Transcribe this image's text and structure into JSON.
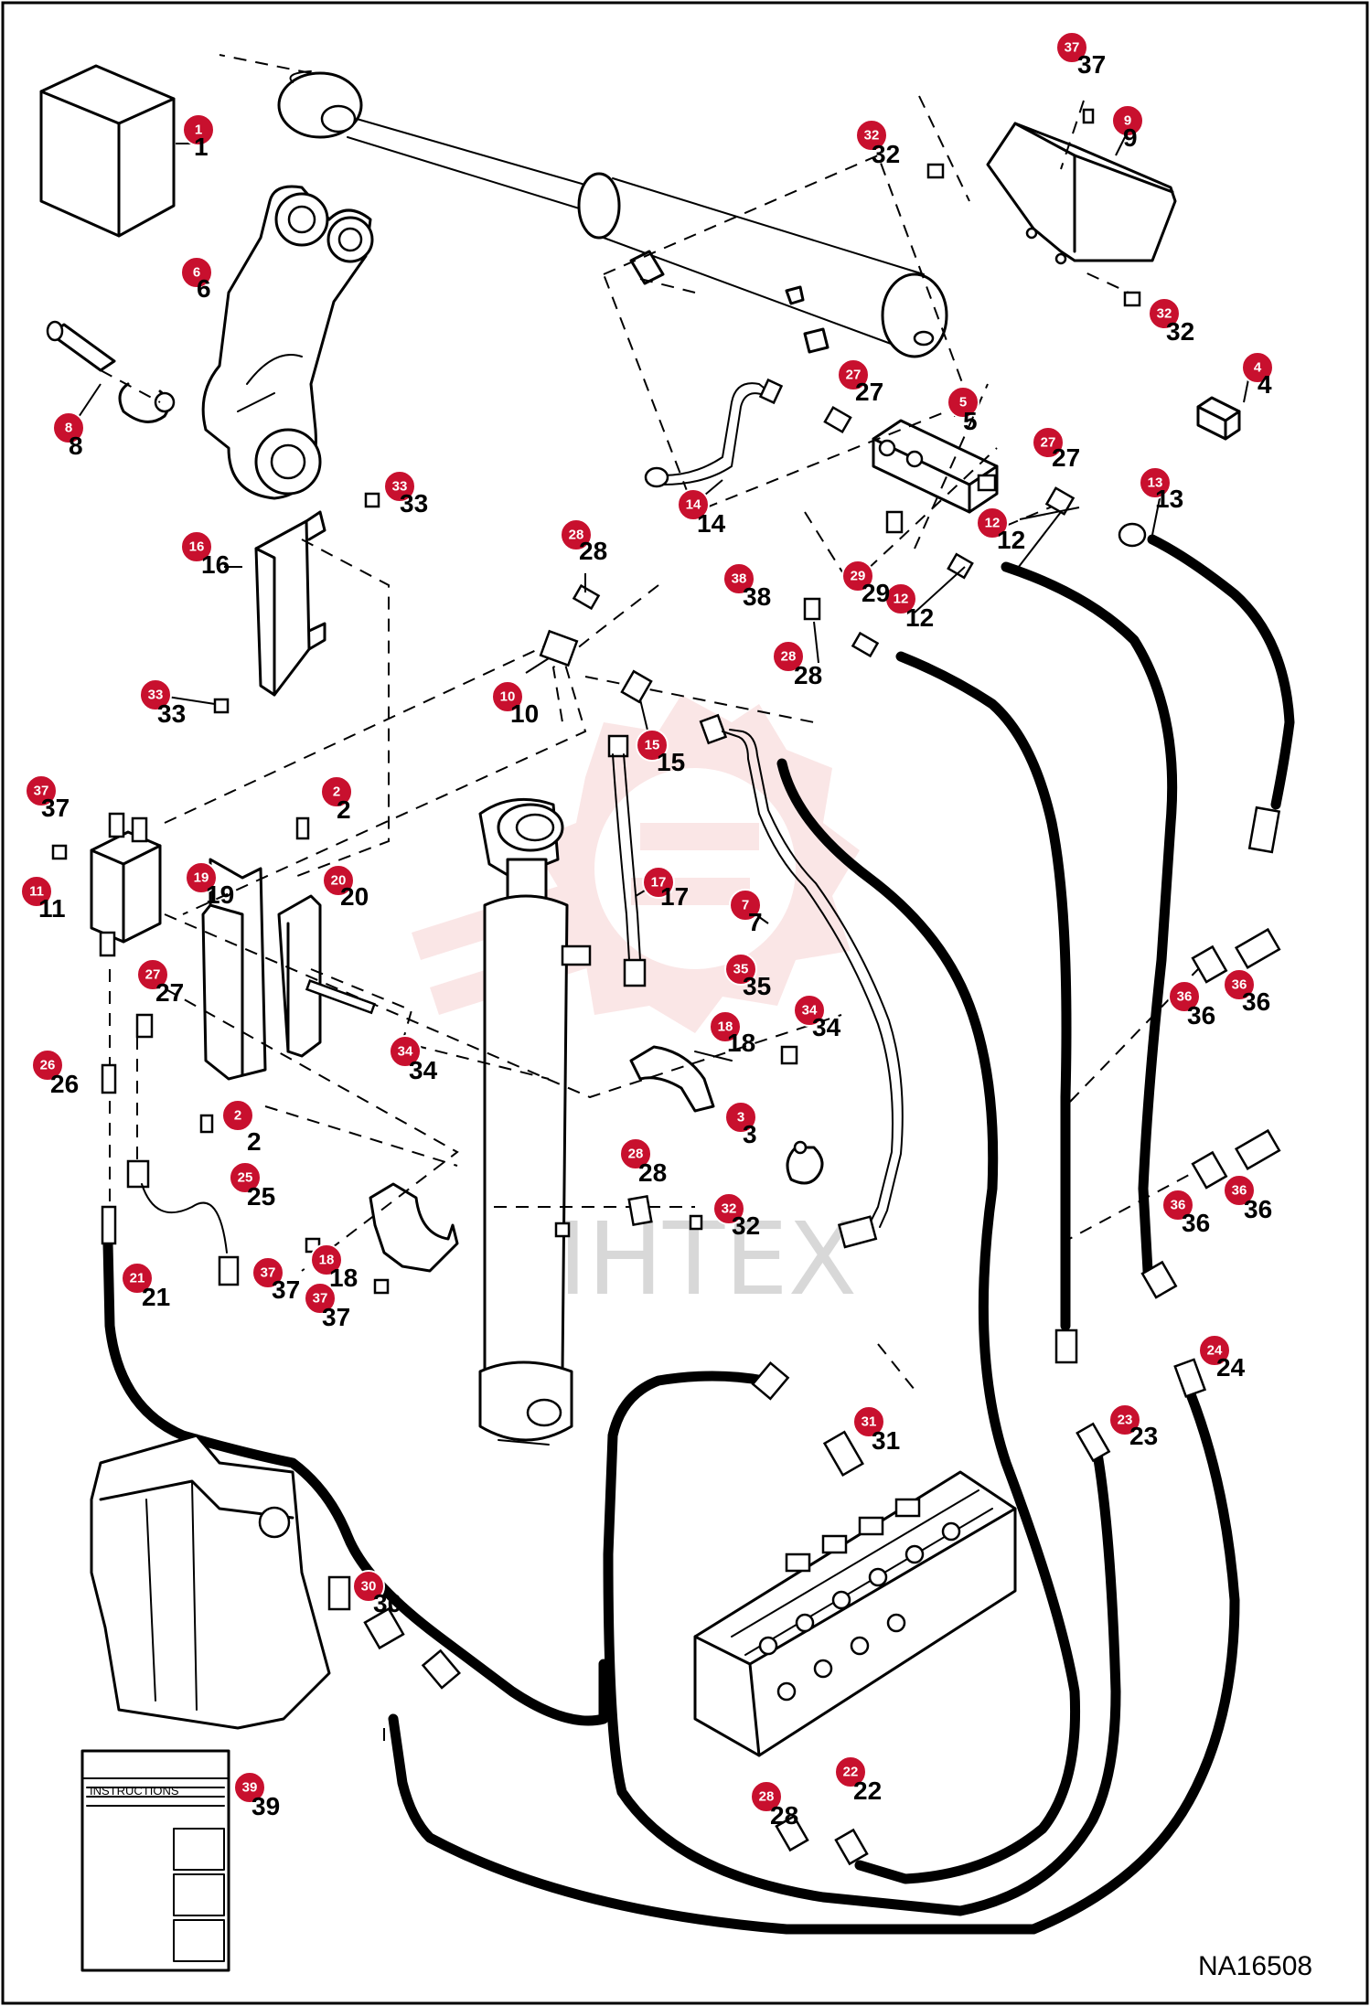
{
  "diagram": {
    "reference": "NA16508",
    "watermark": "ИНТЕХ",
    "instructions_label": "INSTRUCTIONS",
    "colors": {
      "callout": "#c8102e",
      "watermark": "#f2b8b8",
      "frame": "#000000"
    }
  },
  "callouts": [
    {
      "n": "1"
    },
    {
      "n": "2"
    },
    {
      "n": "2"
    },
    {
      "n": "3"
    },
    {
      "n": "4"
    },
    {
      "n": "5"
    },
    {
      "n": "6"
    },
    {
      "n": "7"
    },
    {
      "n": "8"
    },
    {
      "n": "9"
    },
    {
      "n": "10"
    },
    {
      "n": "11"
    },
    {
      "n": "12"
    },
    {
      "n": "12"
    },
    {
      "n": "13"
    },
    {
      "n": "14"
    },
    {
      "n": "15"
    },
    {
      "n": "16"
    },
    {
      "n": "17"
    },
    {
      "n": "18"
    },
    {
      "n": "18"
    },
    {
      "n": "19"
    },
    {
      "n": "20"
    },
    {
      "n": "21"
    },
    {
      "n": "22"
    },
    {
      "n": "23"
    },
    {
      "n": "24"
    },
    {
      "n": "25"
    },
    {
      "n": "26"
    },
    {
      "n": "27"
    },
    {
      "n": "27"
    },
    {
      "n": "27"
    },
    {
      "n": "28"
    },
    {
      "n": "28"
    },
    {
      "n": "28"
    },
    {
      "n": "28"
    },
    {
      "n": "29"
    },
    {
      "n": "30"
    },
    {
      "n": "31"
    },
    {
      "n": "32"
    },
    {
      "n": "32"
    },
    {
      "n": "32"
    },
    {
      "n": "33"
    },
    {
      "n": "33"
    },
    {
      "n": "34"
    },
    {
      "n": "34"
    },
    {
      "n": "35"
    },
    {
      "n": "36"
    },
    {
      "n": "36"
    },
    {
      "n": "36"
    },
    {
      "n": "36"
    },
    {
      "n": "37"
    },
    {
      "n": "37"
    },
    {
      "n": "37"
    },
    {
      "n": "37"
    },
    {
      "n": "38"
    },
    {
      "n": "39"
    }
  ]
}
